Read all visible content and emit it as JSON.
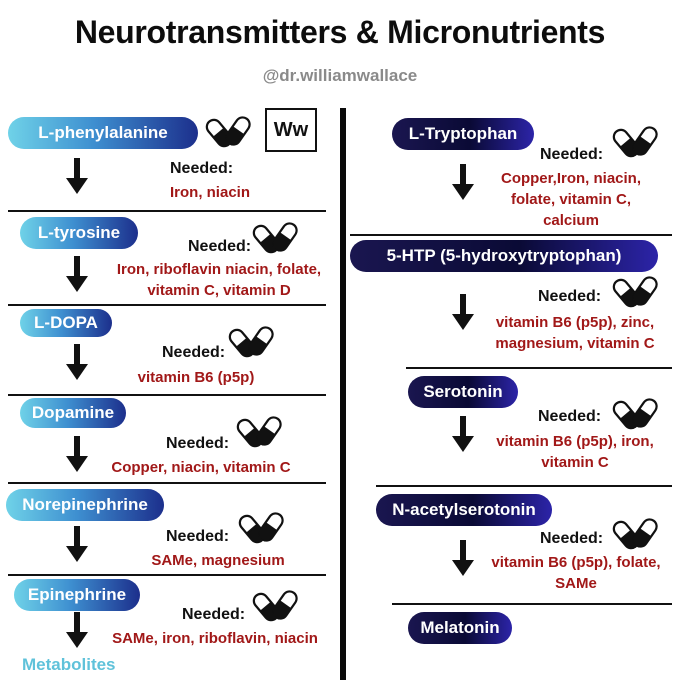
{
  "header": {
    "title": "Neurotransmitters & Micronutrients",
    "handle": "@dr.williamwallace",
    "logo": "Ww"
  },
  "left": {
    "steps": [
      {
        "name": "L-phenylalanine",
        "needed": "Needed:",
        "nutrients": [
          "Iron, niacin"
        ]
      },
      {
        "name": "L-tyrosine",
        "needed": "Needed:",
        "nutrients": [
          "Iron, riboflavin niacin, folate,",
          "vitamin C, vitamin D"
        ]
      },
      {
        "name": "L-DOPA",
        "needed": "Needed:",
        "nutrients": [
          "vitamin B6 (p5p)"
        ]
      },
      {
        "name": "Dopamine",
        "needed": "Needed:",
        "nutrients": [
          "Copper, niacin, vitamin C"
        ]
      },
      {
        "name": "Norepinephrine",
        "needed": "Needed:",
        "nutrients": [
          "SAMe, magnesium"
        ]
      },
      {
        "name": "Epinephrine",
        "needed": "Needed:",
        "nutrients": [
          "SAMe, iron, riboflavin, niacin"
        ]
      }
    ],
    "end": "Metabolites"
  },
  "right": {
    "steps": [
      {
        "name": "L-Tryptophan",
        "needed": "Needed:",
        "nutrients": [
          "Copper,Iron, niacin,",
          "folate, vitamin C,",
          "calcium"
        ]
      },
      {
        "name": "5-HTP (5-hydroxytryptophan)",
        "needed": "Needed:",
        "nutrients": [
          "vitamin B6 (p5p), zinc,",
          "magnesium, vitamin C"
        ]
      },
      {
        "name": "Serotonin",
        "needed": "Needed:",
        "nutrients": [
          "vitamin B6 (p5p), iron,",
          "vitamin C"
        ]
      },
      {
        "name": "N-acetylserotonin",
        "needed": "Needed:",
        "nutrients": [
          "vitamin B6 (p5p), folate,",
          "SAMe"
        ]
      }
    ],
    "end": "Melatonin"
  },
  "icons": {
    "pill": "capsule-pills-icon",
    "arrow": "down-arrow-icon"
  },
  "colors": {
    "nutrient_text": "#a11818",
    "left_pill_start": "#6fd2e8",
    "left_pill_end": "#1c2f8c",
    "right_pill": "#0a0a35",
    "metabolites": "#5fc2da"
  }
}
